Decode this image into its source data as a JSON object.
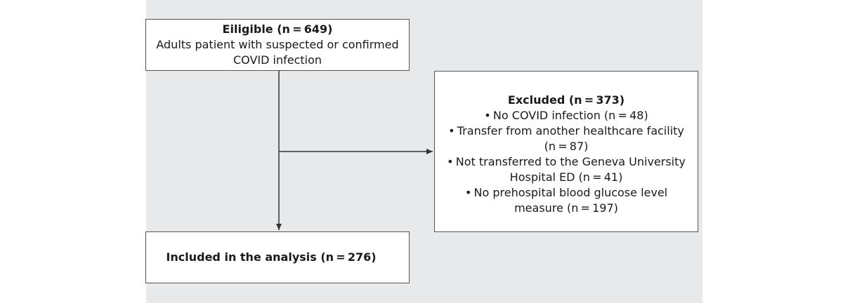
{
  "eligible": {
    "title": "Eiligible (n = 649)",
    "lines": [
      "Adults patient with suspected or confirmed",
      "COVID infection"
    ]
  },
  "excluded": {
    "title": "Excluded (n = 373)",
    "lines": [
      "• No COVID infection (n = 48)",
      "• Transfer from another healthcare facility",
      "(n = 87)",
      "• Not transferred to the Geneva University",
      "Hospital ED (n = 41)",
      "• No prehospital blood glucose level",
      "measure (n = 197)"
    ]
  },
  "included": {
    "title": "Included in the analysis (n = 276)"
  }
}
